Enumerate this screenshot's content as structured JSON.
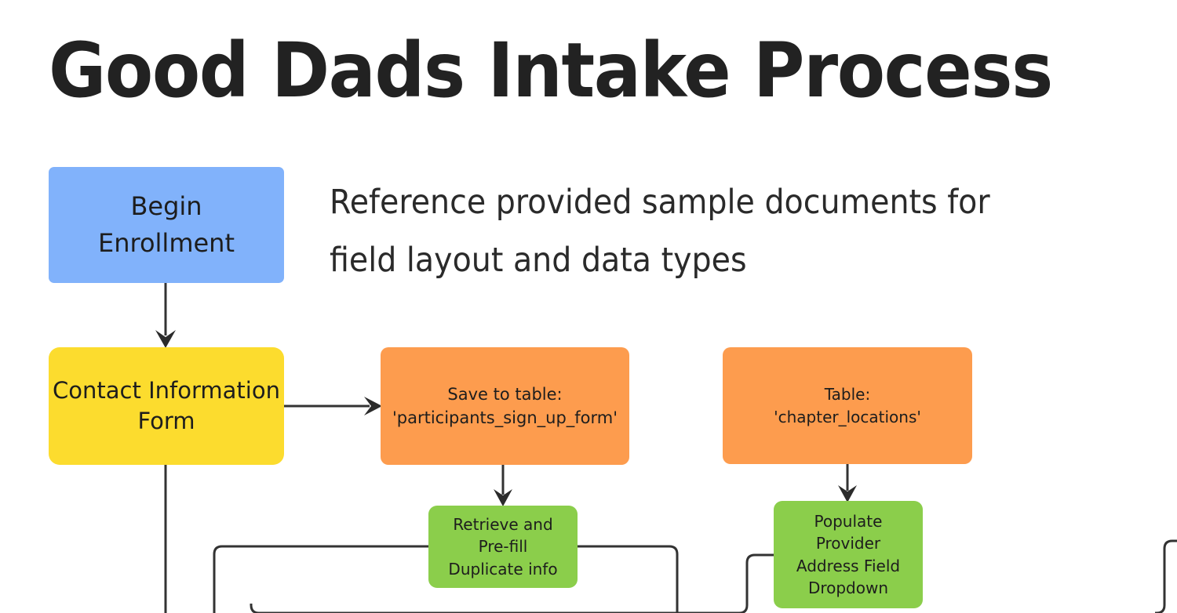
{
  "page": {
    "title": "Good Dads Intake Process",
    "background_color": "#ffffff"
  },
  "note": {
    "text": "Reference provided sample documents for field layout and data types"
  },
  "palette": {
    "blue": "#81B2FB",
    "yellow": "#FCDC2E",
    "orange": "#FD9C4E",
    "green": "#8BCE4B",
    "edge": "#333333",
    "text": "#1d1d1d",
    "title": "#222222"
  },
  "diagram": {
    "type": "flowchart",
    "nodes": [
      {
        "id": "begin_enrollment",
        "label": "Begin\nEnrollment",
        "shape": "rounded-rect",
        "color": "#81B2FB",
        "role": "start"
      },
      {
        "id": "contact_information_form",
        "label": "Contact Information\nForm",
        "shape": "rounded-rect",
        "color": "#FCDC2E",
        "role": "form"
      },
      {
        "id": "save_participants_table",
        "label": "Save to table:\n'participants_sign_up_form'",
        "shape": "rounded-rect",
        "color": "#FD9C4E",
        "role": "data-store"
      },
      {
        "id": "chapter_locations_table",
        "label": "Table:\n'chapter_locations'",
        "shape": "rounded-rect",
        "color": "#FD9C4E",
        "role": "data-store"
      },
      {
        "id": "retrieve_prefill_duplicate",
        "label": "Retrieve and\nPre-fill\nDuplicate info",
        "shape": "rounded-rect",
        "color": "#8BCE4B",
        "role": "process"
      },
      {
        "id": "populate_provider_dropdown",
        "label": "Populate\nProvider\nAddress Field\nDropdown",
        "shape": "rounded-rect",
        "color": "#8BCE4B",
        "role": "process"
      }
    ],
    "edges": [
      {
        "from": "begin_enrollment",
        "to": "contact_information_form",
        "style": "straight",
        "arrow": true
      },
      {
        "from": "contact_information_form",
        "to": "save_participants_table",
        "style": "straight",
        "arrow": true
      },
      {
        "from": "save_participants_table",
        "to": "retrieve_prefill_duplicate",
        "style": "straight",
        "arrow": true
      },
      {
        "from": "chapter_locations_table",
        "to": "populate_provider_dropdown",
        "style": "straight",
        "arrow": true
      },
      {
        "from": "contact_information_form",
        "to": "off-canvas-below",
        "style": "straight",
        "arrow": false
      },
      {
        "from": "retrieve_prefill_duplicate",
        "to": "off-canvas-below-left",
        "style": "orthogonal",
        "arrow": false
      },
      {
        "from": "retrieve_prefill_duplicate",
        "to": "off-canvas-below-right",
        "style": "orthogonal",
        "arrow": false
      },
      {
        "from": "populate_provider_dropdown",
        "to": "off-canvas-below-left",
        "style": "orthogonal",
        "arrow": false
      },
      {
        "from": "populate_provider_dropdown",
        "to": "off-canvas-right",
        "style": "orthogonal",
        "arrow": false
      }
    ]
  }
}
